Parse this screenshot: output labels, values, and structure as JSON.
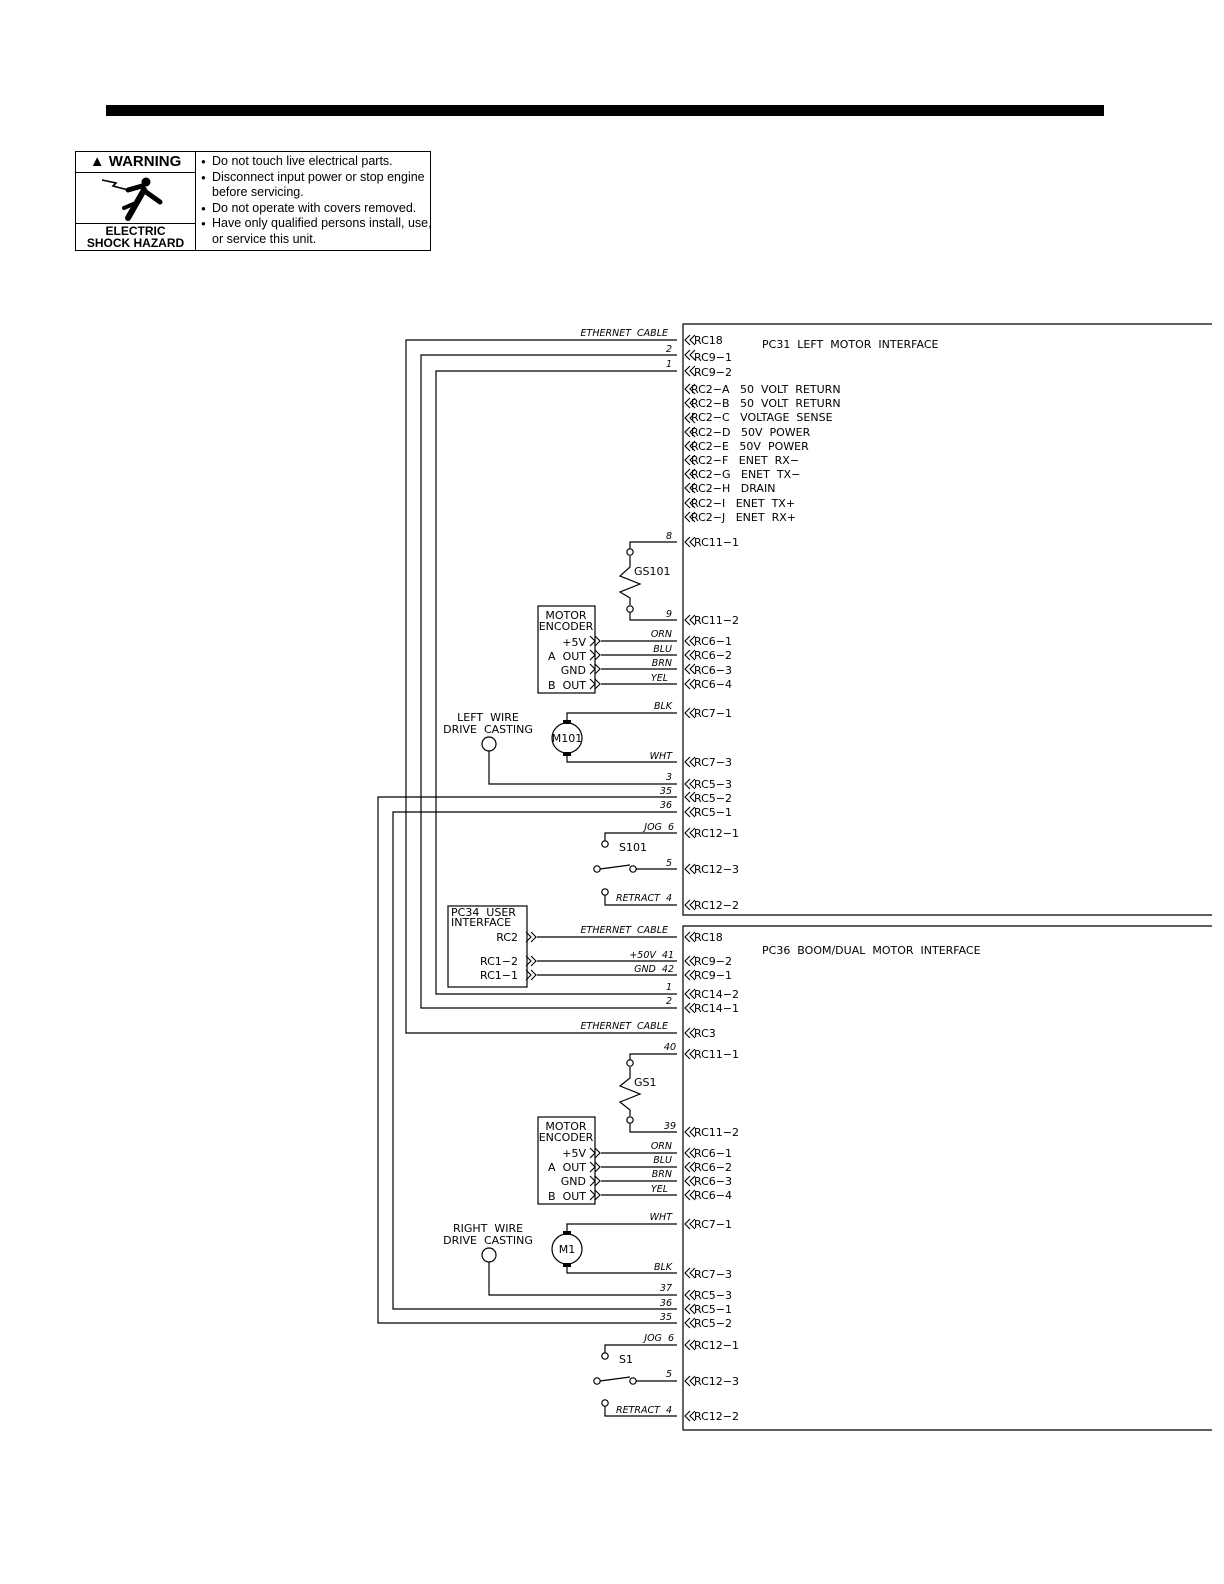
{
  "warning": {
    "title": "WARNING",
    "hazard_line1": "ELECTRIC",
    "hazard_line2": "SHOCK HAZARD",
    "icon": "electric-shock-icon",
    "items": [
      "Do not touch live electrical parts.",
      "Disconnect input power or stop engine before servicing.",
      "Do not operate with covers removed.",
      "Have only qualified persons install, use, or service this unit."
    ]
  },
  "pc31": {
    "title": "PC31  LEFT  MOTOR  INTERFACE",
    "pins": {
      "rc18": "RC18",
      "rc9_1": "RC9−1",
      "rc9_2": "RC9−2",
      "rc2a": "RC2−A   50  VOLT  RETURN",
      "rc2b": "RC2−B   50  VOLT  RETURN",
      "rc2c": "RC2−C   VOLTAGE  SENSE",
      "rc2d": "RC2−D   50V  POWER",
      "rc2e": "RC2−E   50V  POWER",
      "rc2f": "RC2−F   ENET  RX−",
      "rc2g": "RC2−G   ENET  TX−",
      "rc2h": "RC2−H   DRAIN",
      "rc2i": "RC2−I   ENET  TX+",
      "rc2j": "RC2−J   ENET  RX+",
      "rc11_1": "RC11−1",
      "rc11_2": "RC11−2",
      "rc6_1": "RC6−1",
      "rc6_2": "RC6−2",
      "rc6_3": "RC6−3",
      "rc6_4": "RC6−4",
      "rc7_1": "RC7−1",
      "rc7_3": "RC7−3",
      "rc5_3": "RC5−3",
      "rc5_2": "RC5−2",
      "rc5_1": "RC5−1",
      "rc12_1": "RC12−1",
      "rc12_3": "RC12−3",
      "rc12_2": "RC12−2"
    },
    "wires": {
      "eth": "ETHERNET  CABLE",
      "w2": "2",
      "w1": "1",
      "w8": "8",
      "w9": "9",
      "orn": "ORN",
      "blu": "BLU",
      "brn": "BRN",
      "yel": "YEL",
      "blk": "BLK",
      "wht": "WHT",
      "w3": "3",
      "w35": "35",
      "w36": "36",
      "jog": "JOG  6",
      "w5": "5",
      "retract": "RETRACT  4"
    },
    "sensor": "GS101",
    "encoder_l1": "MOTOR",
    "encoder_l2": "ENCODER",
    "enc_5v": "+5V",
    "enc_a": "A  OUT",
    "enc_gnd": "GND",
    "enc_b": "B  OUT",
    "motor": "M101",
    "drive_l1": "LEFT  WIRE",
    "drive_l2": "DRIVE  CASTING",
    "switch": "S101"
  },
  "pc34": {
    "title_l1": "PC34  USER",
    "title_l2": "INTERFACE",
    "rc2": "RC2",
    "rc1_2": "RC1−2",
    "rc1_1": "RC1−1"
  },
  "pc36": {
    "title": "PC36  BOOM/DUAL  MOTOR  INTERFACE",
    "pins": {
      "rc18": "RC18",
      "rc9_2": "RC9−2",
      "rc9_1": "RC9−1",
      "rc14_2": "RC14−2",
      "rc14_1": "RC14−1",
      "rc3": "RC3",
      "rc11_1": "RC11−1",
      "rc11_2": "RC11−2",
      "rc6_1": "RC6−1",
      "rc6_2": "RC6−2",
      "rc6_3": "RC6−3",
      "rc6_4": "RC6−4",
      "rc7_1": "RC7−1",
      "rc7_3": "RC7−3",
      "rc5_3": "RC5−3",
      "rc5_1": "RC5−1",
      "rc5_2": "RC5−2",
      "rc12_1": "RC12−1",
      "rc12_3": "RC12−3",
      "rc12_2": "RC12−2"
    },
    "wires": {
      "eth": "ETHERNET  CABLE",
      "v50": "+50V  41",
      "gnd": "GND  42",
      "w1": "1",
      "w2": "2",
      "eth2": "ETHERNET  CABLE",
      "w40": "40",
      "w39": "39",
      "orn": "ORN",
      "blu": "BLU",
      "brn": "BRN",
      "yel": "YEL",
      "wht": "WHT",
      "blk": "BLK",
      "w37": "37",
      "w36": "36",
      "w35": "35",
      "jog": "JOG  6",
      "w5": "5",
      "retract": "RETRACT  4"
    },
    "sensor": "GS1",
    "encoder_l1": "MOTOR",
    "encoder_l2": "ENCODER",
    "enc_5v": "+5V",
    "enc_a": "A  OUT",
    "enc_gnd": "GND",
    "enc_b": "B  OUT",
    "motor": "M1",
    "drive_l1": "RIGHT  WIRE",
    "drive_l2": "DRIVE  CASTING",
    "switch": "S1"
  }
}
